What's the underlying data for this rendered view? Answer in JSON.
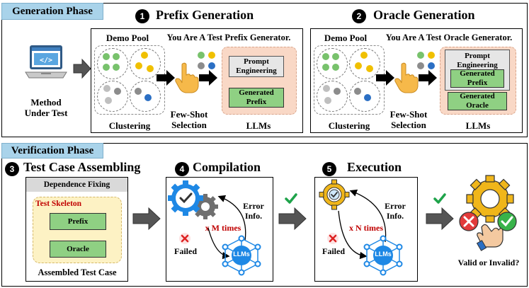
{
  "generation": {
    "phase_label": "Generation Phase",
    "method_label": "Method\nUnder Test",
    "prefix": {
      "number": "1",
      "title": "Prefix Generation",
      "demo_pool": "Demo Pool",
      "prompt_header": "You Are A Test Prefix Generator.",
      "prompt_engineering": "Prompt\nEngineering",
      "generated_prefix": "Generated\nPrefix",
      "clustering": "Clustering",
      "few_shot": "Few-Shot\nSelection",
      "llms": "LLMs"
    },
    "oracle": {
      "number": "2",
      "title": "Oracle Generation",
      "demo_pool": "Demo Pool",
      "prompt_header": "You Are A Test Oracle Generator.",
      "prompt_engineering": "Prompt\nEngineering",
      "generated_prefix": "Generated\nPrefix",
      "generated_oracle": "Generated\nOracle",
      "clustering": "Clustering",
      "few_shot": "Few-Shot\nSelection",
      "llms": "LLMs"
    }
  },
  "verification": {
    "phase_label": "Verification Phase",
    "assembling": {
      "number": "3",
      "title": "Test Case Assembling",
      "dependence_fixing": "Dependence Fixing",
      "test_skeleton": "Test Skeleton",
      "prefix": "Prefix",
      "oracle": "Oracle",
      "assembled": "Assembled Test Case"
    },
    "compilation": {
      "number": "4",
      "title": "Compilation",
      "error_info": "Error\nInfo.",
      "times": "x M times",
      "failed": "Failed",
      "llms": "LLMs"
    },
    "execution": {
      "number": "5",
      "title": "Execution",
      "error_info": "Error\nInfo.",
      "times": "x N times",
      "failed": "Failed",
      "llms": "LLMs"
    },
    "result": "Valid or Invalid?"
  },
  "colors": {
    "phase_tag": "#a9d3ea",
    "green_box": "#8fd083",
    "llm_bg": "#f9d8c6",
    "skeleton_bg": "#fdf2c4",
    "red_text": "#c00000",
    "check_green": "#1ea34a",
    "llm_blue": "#1e88e5"
  },
  "icons": [
    "laptop-code-icon",
    "pointing-hand-icon",
    "gear-check-icon",
    "llm-network-icon",
    "red-x-icon",
    "green-check-icon",
    "gear-cross-check-icon"
  ]
}
